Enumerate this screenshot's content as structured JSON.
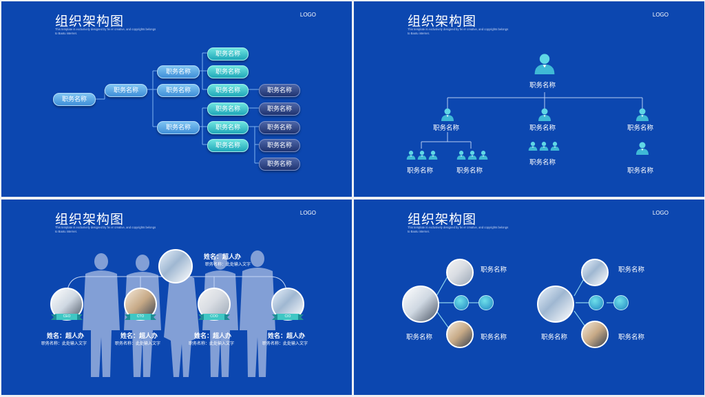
{
  "common": {
    "title": "组织架构图",
    "subtitle": "This template is exclusively designed by fei er creative, and copyrights belongs to Baotu internet.",
    "logo": "LOGO",
    "role": "职务名称"
  },
  "slide3": {
    "top": {
      "name": "姓名：超人办",
      "desc": "职务名称：此处输入文字"
    },
    "members": [
      {
        "badge": "CEO",
        "name": "姓名：超人办",
        "desc": "职务名称：此处输入文字"
      },
      {
        "badge": "CTO",
        "name": "姓名：超人办",
        "desc": "职务名称：此处输入文字"
      },
      {
        "badge": "COO",
        "name": "姓名：超人办",
        "desc": "职务名称：此处输入文字"
      },
      {
        "badge": "CIO",
        "name": "姓名：超人办",
        "desc": "职务名称：此处输入文字"
      }
    ]
  },
  "colors": {
    "slide_bg": "#0c47b0",
    "teal": "#3fc7c4",
    "pill_blue": "#3e8ed8",
    "pill_navy": "#1f3370"
  }
}
